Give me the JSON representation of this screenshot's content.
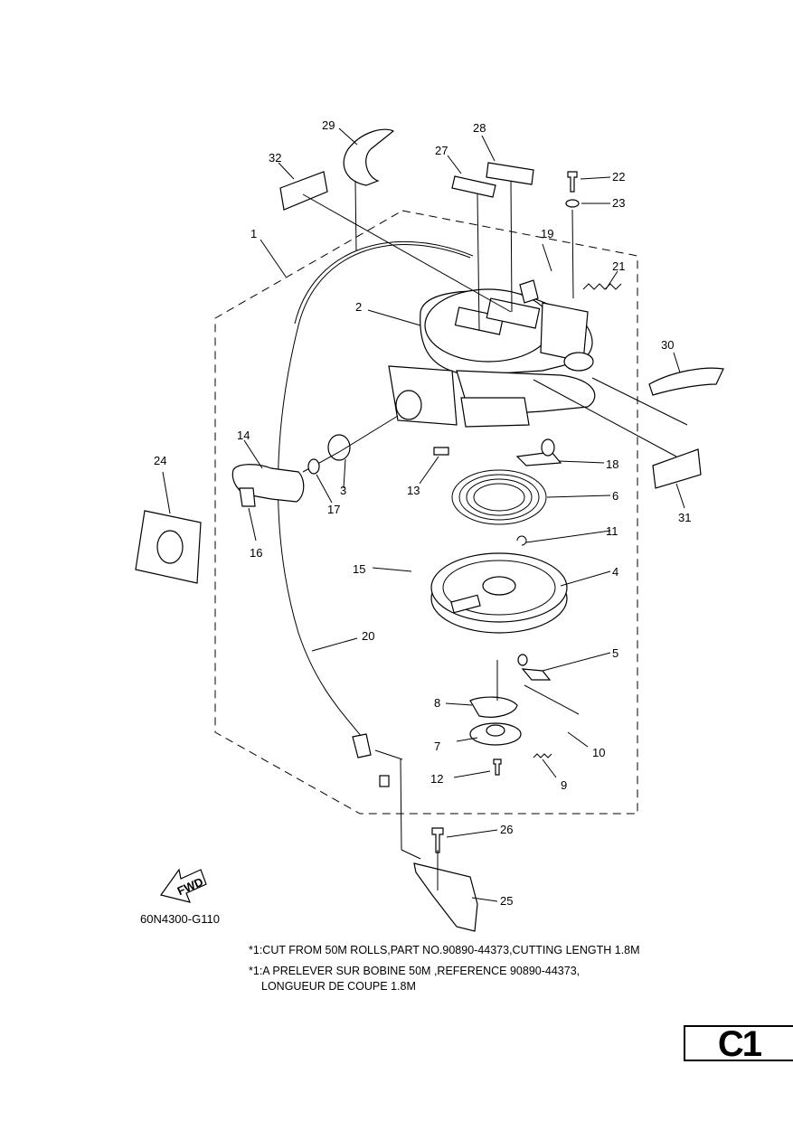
{
  "part_labels": [
    "1",
    "2",
    "3",
    "4",
    "5",
    "6",
    "7",
    "8",
    "9",
    "10",
    "11",
    "12",
    "13",
    "14",
    "15",
    "16",
    "17",
    "18",
    "19",
    "20",
    "21",
    "22",
    "23",
    "24",
    "25",
    "26",
    "27",
    "28",
    "29",
    "30",
    "31",
    "32"
  ],
  "fwd_label": "FWD",
  "drawing_code": "60N4300-G110",
  "notes": {
    "en": "*1:CUT FROM 50M ROLLS,PART NO.90890-44373,CUTTING LENGTH 1.8M",
    "fr_line1": "*1:A PRELEVER SUR BOBINE 50M ,REFERENCE 90890-44373,",
    "fr_line2": "LONGUEUR DE COUPE 1.8M"
  },
  "page_code": "C1"
}
